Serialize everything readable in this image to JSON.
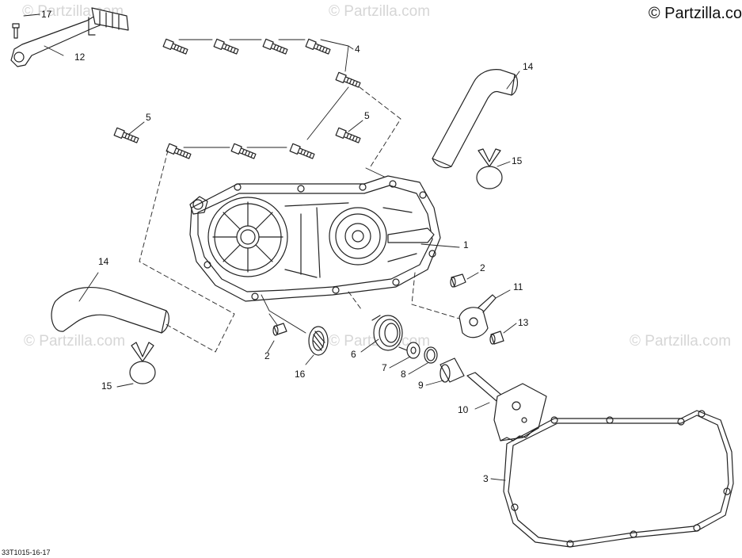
{
  "branding": {
    "copyright_label": "© Partzilla.co",
    "watermark_text": "© Partzilla.com"
  },
  "diagram_code": "33T1015-16-17",
  "callouts": [
    {
      "id": "17",
      "label": "17"
    },
    {
      "id": "12",
      "label": "12"
    },
    {
      "id": "4",
      "label": "4"
    },
    {
      "id": "14a",
      "label": "14"
    },
    {
      "id": "5a",
      "label": "5"
    },
    {
      "id": "5b",
      "label": "5"
    },
    {
      "id": "15a",
      "label": "15"
    },
    {
      "id": "1",
      "label": "1"
    },
    {
      "id": "2a",
      "label": "2"
    },
    {
      "id": "11",
      "label": "11"
    },
    {
      "id": "14b",
      "label": "14"
    },
    {
      "id": "13",
      "label": "13"
    },
    {
      "id": "2b",
      "label": "2"
    },
    {
      "id": "6",
      "label": "6"
    },
    {
      "id": "7",
      "label": "7"
    },
    {
      "id": "8",
      "label": "8"
    },
    {
      "id": "16",
      "label": "16"
    },
    {
      "id": "9",
      "label": "9"
    },
    {
      "id": "15b",
      "label": "15"
    },
    {
      "id": "10",
      "label": "10"
    },
    {
      "id": "3",
      "label": "3"
    }
  ],
  "colors": {
    "line": "#222222",
    "watermark": "#d6d6d6",
    "background": "#ffffff"
  }
}
